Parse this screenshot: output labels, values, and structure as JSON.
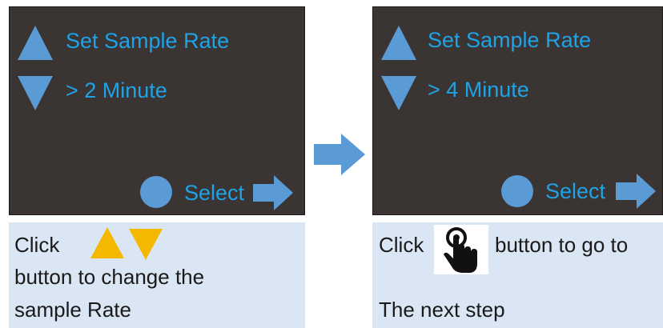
{
  "left_screen": {
    "title": "Set Sample Rate",
    "value": "> 2 Minute",
    "select_label": "Select"
  },
  "right_screen": {
    "title": "Set Sample Rate",
    "value": "> 4 Minute",
    "select_label": "Select"
  },
  "left_caption": {
    "word_click": "Click",
    "line2": "button to change the",
    "line3": "sample Rate"
  },
  "right_caption": {
    "word_click": "Click",
    "line1_rest": "button to go to",
    "line3": "The next step"
  },
  "icons": {
    "up": "up-triangle-icon",
    "down": "down-triangle-icon",
    "select": "circle-button-icon",
    "next": "right-arrow-icon",
    "tap": "hand-tap-icon"
  },
  "colors": {
    "screen_bg": "#3a3432",
    "accent_blue": "#5b9bd5",
    "text_blue": "#1fa3e8",
    "caption_bg": "#dae6f3",
    "yellow": "#f5b800"
  }
}
